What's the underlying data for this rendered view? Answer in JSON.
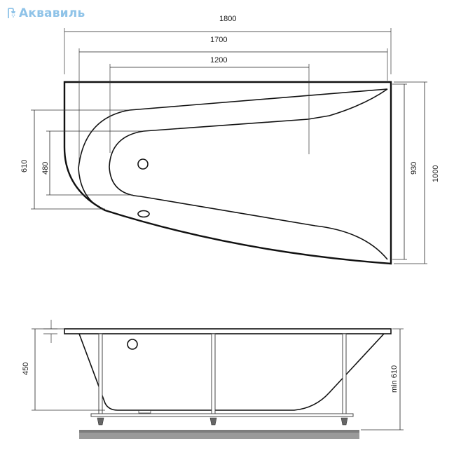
{
  "brand": {
    "name": "Аквавиль",
    "icon": "shower-icon",
    "color": "#8fc3e8"
  },
  "dimensions": {
    "top_view": {
      "overall_length": "1800",
      "rim_length": "1700",
      "inner_length": "1200",
      "width_outer": "1000",
      "width_rim": "930",
      "left_width_outer": "610",
      "left_width_inner": "480"
    },
    "side_view": {
      "depth": "450",
      "install_height": "min 610"
    }
  }
}
